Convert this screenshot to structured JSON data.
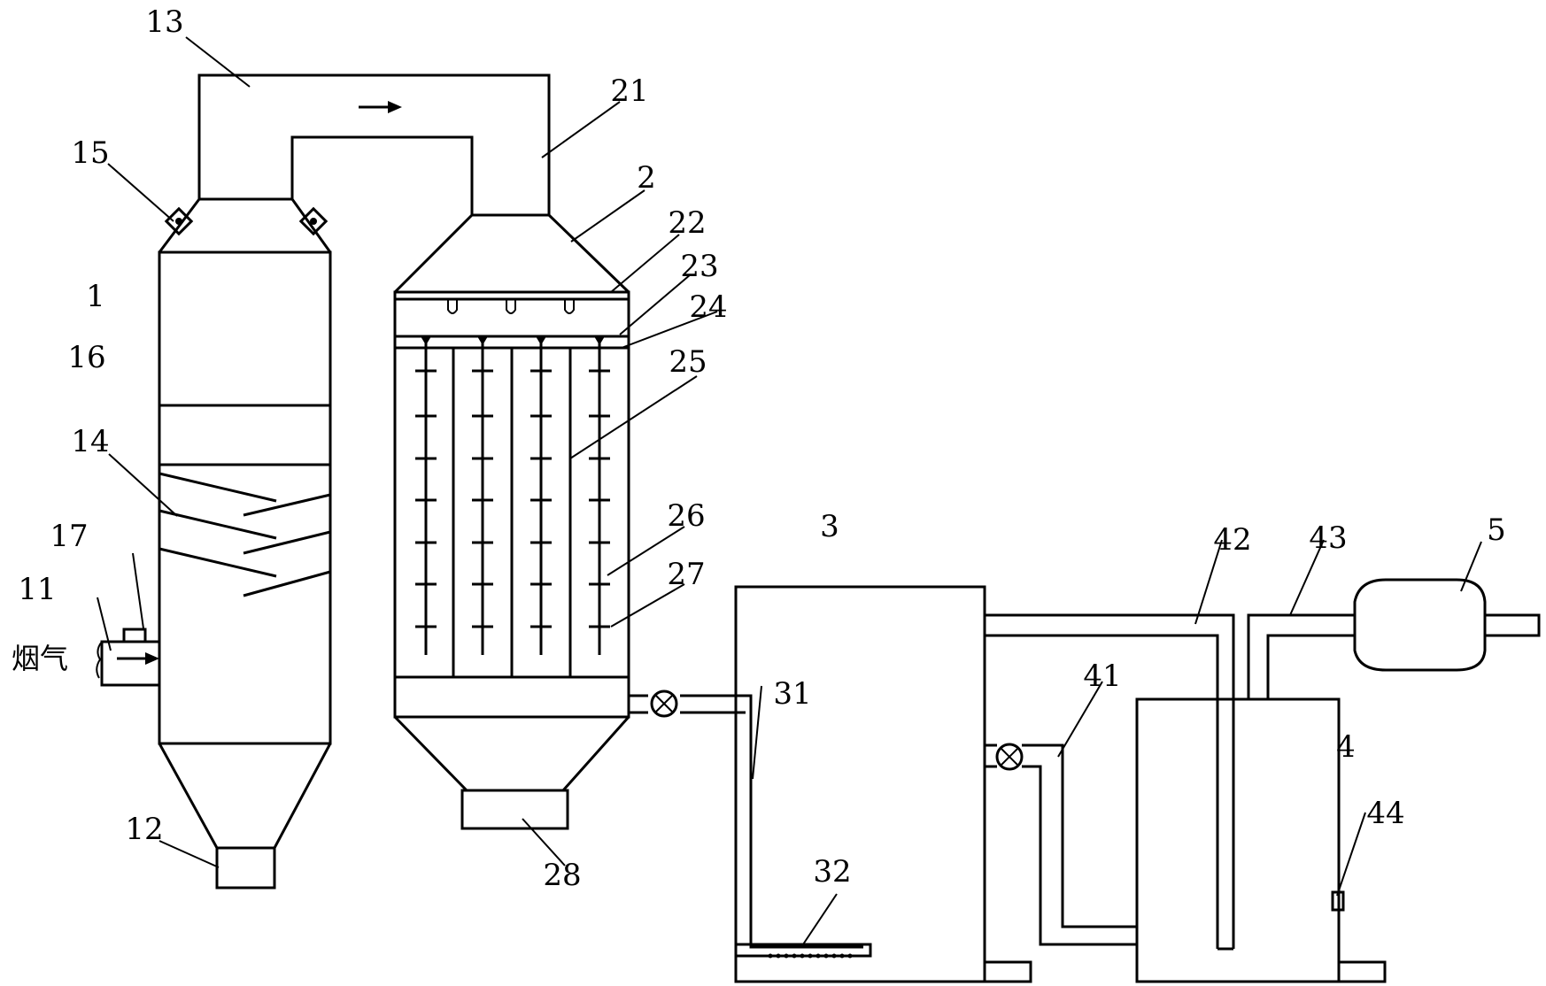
{
  "diagram": {
    "labels": {
      "n1": "1",
      "n2": "2",
      "n3": "3",
      "n4": "4",
      "n5": "5",
      "n11": "11",
      "n12": "12",
      "n13": "13",
      "n14": "14",
      "n15": "15",
      "n16": "16",
      "n17": "17",
      "n21": "21",
      "n22": "22",
      "n23": "23",
      "n24": "24",
      "n25": "25",
      "n26": "26",
      "n27": "27",
      "n28": "28",
      "n31": "31",
      "n32": "32",
      "n41": "41",
      "n42": "42",
      "n43": "43",
      "n44": "44",
      "flue_gas": "烟气"
    }
  }
}
